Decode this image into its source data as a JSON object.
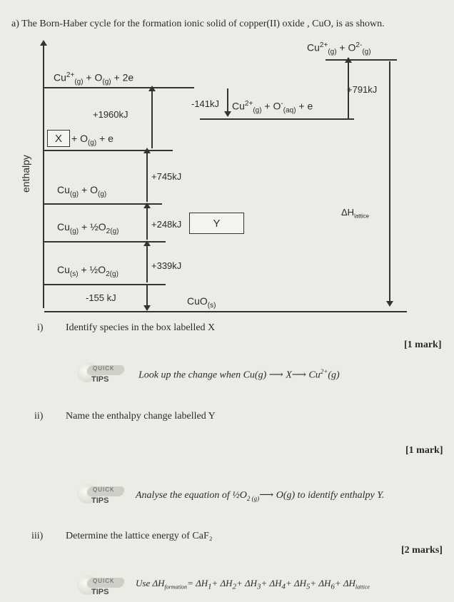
{
  "intro": "a)  The Born-Haber cycle for the formation ionic solid of copper(II) oxide , CuO, is as shown.",
  "cycle": {
    "level_top_right": "Cu²⁺(g) + O²⁻(g)",
    "level_1": "Cu²⁺(g) + O(g) + 2e",
    "level_mid_right": "Cu²⁺(g) + O⁻(aq) + e",
    "level_2_box": "X",
    "level_2_rest": "+ O(g) + e",
    "level_3": "Cu(g) + O(g)",
    "level_4": "Cu(g) + ½O₂(g)",
    "level_5": "Cu(s) + ½O₂(g)",
    "product": "CuO(s)",
    "box_y": "Y",
    "energy_1960": "+1960kJ",
    "energy_745": "+745kJ",
    "energy_248": "+248kJ",
    "energy_339": "+339kJ",
    "energy_155": "-155 kJ",
    "energy_141": "-141kJ",
    "energy_791": "+791kJ",
    "lattice": "ΔHlattice",
    "y_axis": "enthalpy"
  },
  "questions": [
    {
      "num": "i)",
      "text": "Identify species in the box labelled X",
      "mark": "[1 mark]",
      "tip": "Look up the change when Cu(g) ⟶ X⟶ Cu²⁺(g)"
    },
    {
      "num": "ii)",
      "text": "Name the enthalpy change labelled Y",
      "mark": "[1 mark]",
      "tip": "Analyse the equation of ½O₂(g) ⟶ O(g) to identify enthalpy Y."
    },
    {
      "num": "iii)",
      "text": "Determine the lattice energy of CaF₂",
      "mark": "[2 marks]",
      "tip": "Use ΔHformation = ΔH₁ + ΔH₂ + ΔH₃ + ΔH₄ + ΔH₅ + ΔH₆ + ΔHlattice"
    }
  ],
  "tip_badge": {
    "top": "QUICK",
    "bottom": "TIPS"
  }
}
